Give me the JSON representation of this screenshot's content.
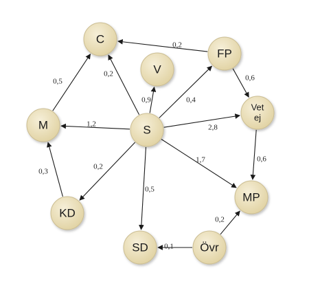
{
  "colors": {
    "node_fill_center": "#f6efd8",
    "node_fill_edge": "#e2d4a6",
    "node_stroke": "#cbbd92",
    "edge": "#1a1a1a"
  },
  "nodes": [
    {
      "id": "C",
      "label": "C"
    },
    {
      "id": "V",
      "label": "V"
    },
    {
      "id": "FP",
      "label": "FP"
    },
    {
      "id": "M",
      "label": "M"
    },
    {
      "id": "S",
      "label": "S"
    },
    {
      "id": "VE",
      "label_lines": [
        "Vet",
        "ej"
      ]
    },
    {
      "id": "KD",
      "label": "KD"
    },
    {
      "id": "MP",
      "label": "MP"
    },
    {
      "id": "SD",
      "label": "SD"
    },
    {
      "id": "OVR",
      "label": "Övr"
    }
  ],
  "edges": [
    {
      "from": "FP",
      "to": "C",
      "label": "0,2"
    },
    {
      "from": "S",
      "to": "C",
      "label": "0,2"
    },
    {
      "from": "M",
      "to": "C",
      "label": "0,5"
    },
    {
      "from": "S",
      "to": "V",
      "label": "0,9"
    },
    {
      "from": "S",
      "to": "FP",
      "label": "0,4"
    },
    {
      "from": "FP",
      "to": "VE",
      "label": "0,6"
    },
    {
      "from": "S",
      "to": "M",
      "label": "1,2"
    },
    {
      "from": "S",
      "to": "VE",
      "label": "2,8"
    },
    {
      "from": "VE",
      "to": "MP",
      "label": "0,6"
    },
    {
      "from": "S",
      "to": "MP",
      "label": "1,7"
    },
    {
      "from": "S",
      "to": "KD",
      "label": "0,2"
    },
    {
      "from": "KD",
      "to": "M",
      "label": "0,3"
    },
    {
      "from": "S",
      "to": "SD",
      "label": "0,5"
    },
    {
      "from": "OVR",
      "to": "MP",
      "label": "0,2"
    },
    {
      "from": "OVR",
      "to": "SD",
      "label": "0,1"
    }
  ]
}
